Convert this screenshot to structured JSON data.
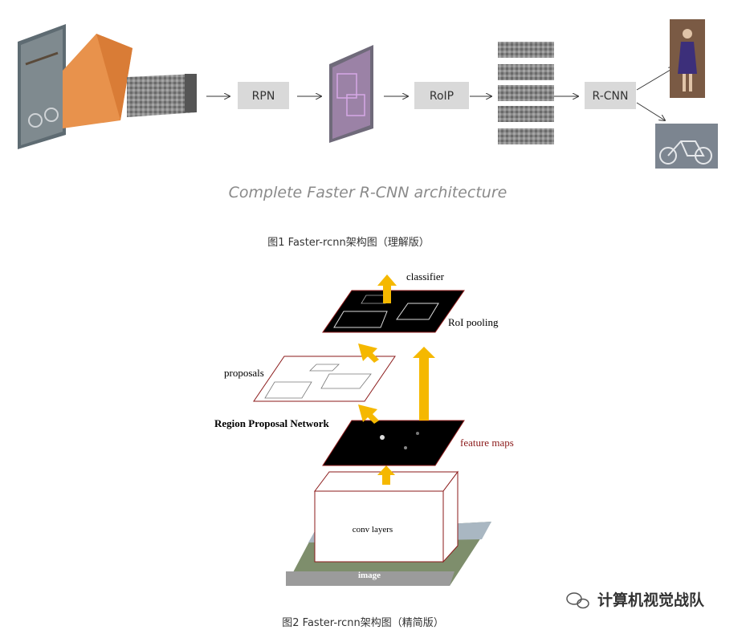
{
  "fig1": {
    "boxes": {
      "rpn": "RPN",
      "roip": "RoIP",
      "rcnn": "R-CNN"
    },
    "title": "Complete Faster R-CNN architecture",
    "caption": "图1 Faster-rcnn架构图（理解版）"
  },
  "fig2": {
    "labels": {
      "classifier": "classifier",
      "roi_pooling": "RoI pooling",
      "proposals": "proposals",
      "rpn": "Region Proposal Network",
      "feature_maps": "feature maps",
      "conv_layers": "conv layers",
      "image": "image"
    },
    "caption": "图2 Faster-rcnn架构图（精简版）"
  },
  "watermark": {
    "text": "计算机视觉战队"
  },
  "colors": {
    "orange": "#e8924c",
    "arrow": "#f5b800",
    "box": "#d9d9d9",
    "dark_red": "#8b1a1a"
  }
}
